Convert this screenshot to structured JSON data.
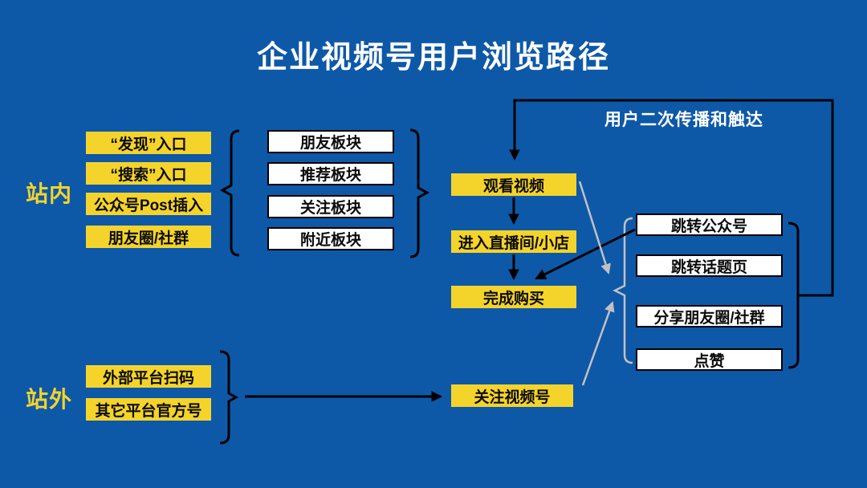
{
  "title": "企业视频号用户浏览路径",
  "labels": {
    "inside": "站内",
    "outside": "站外",
    "loop_label": "用户二次传播和触达"
  },
  "inside_entries": [
    "“发现”入口",
    "“搜索”入口",
    "公众号Post插入",
    "朋友圈/社群"
  ],
  "feed_sections": [
    "朋友板块",
    "推荐板块",
    "关注板块",
    "附近板块"
  ],
  "main_flow": [
    "观看视频",
    "进入直播间/小店",
    "完成购买"
  ],
  "engage_actions": [
    "跳转公众号",
    "跳转话题页",
    "分享朋友圈/社群",
    "点赞"
  ],
  "outside_entries": [
    "外部平台扫码",
    "其它平台官方号"
  ],
  "follow_box": "关注视频号",
  "colors": {
    "background": "#0E58A8",
    "accent_yellow": "#F4D42B",
    "box_white": "#FFFFFF",
    "line_black": "#000000",
    "line_gray": "#C1C1C1"
  }
}
